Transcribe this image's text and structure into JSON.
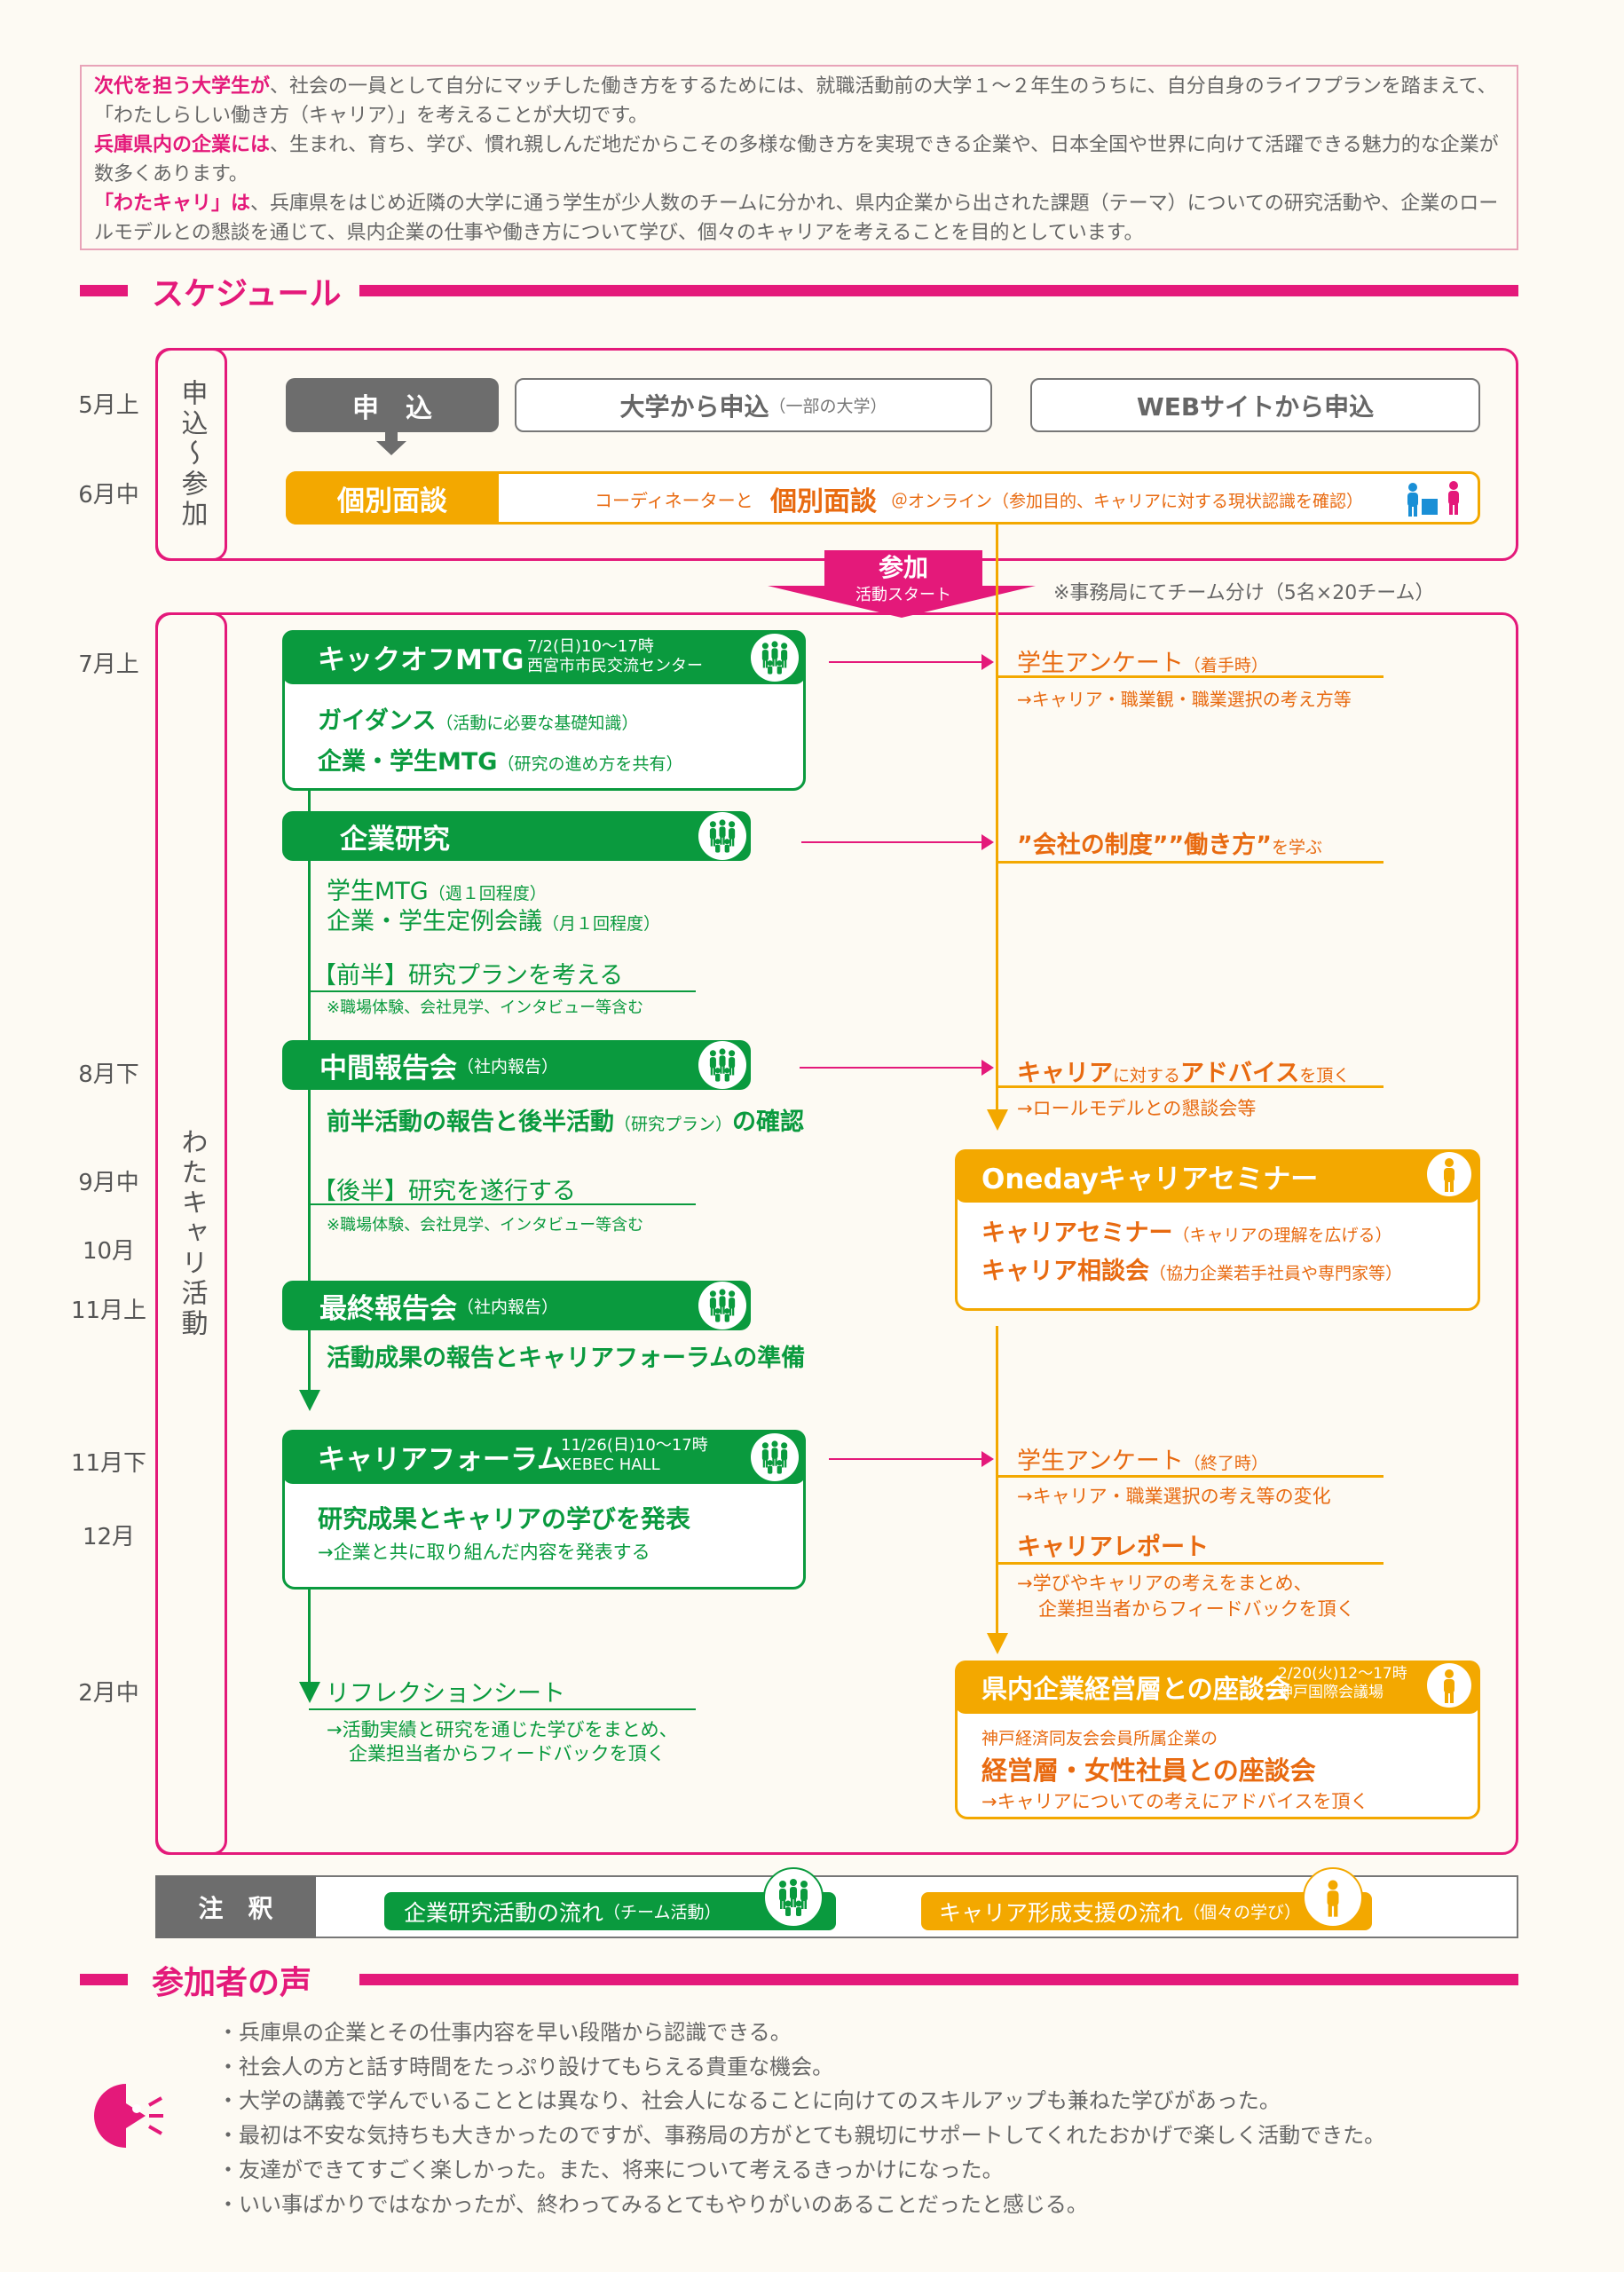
{
  "intro": {
    "p1_highlight": "次代を担う大学生が",
    "p1_text": "、社会の一員として自分にマッチした働き方をするためには、就職活動前の大学１～２年生のうちに、自分自身のライフプランを踏まえて、「わたしらしい働き方（キャリア）」を考えることが大切です。",
    "p2_highlight": "兵庫県内の企業には",
    "p2_text": "、生まれ、育ち、学び、慣れ親しんだ地だからこその多様な働き方を実現できる企業や、日本全国や世界に向けて活躍できる魅力的な企業が数多くあります。",
    "p3_highlight": "「わたキャリ」は",
    "p3_text": "、兵庫県をはじめ近隣の大学に通う学生が少人数のチームに分かれ、県内企業から出された課題（テーマ）についての研究活動や、企業のロールモデルとの懇談を通じて、県内企業の仕事や働き方について学び、個々のキャリアを考えることを目的としています。"
  },
  "schedule": {
    "title": "スケジュール",
    "phase1_label": "申込～参加",
    "phase2_label": "わたキャリ活動",
    "months": [
      "5月上",
      "6月中",
      "7月上",
      "8月下",
      "9月中",
      "10月",
      "11月上",
      "11月下",
      "12月",
      "2月中"
    ],
    "apply": {
      "label": "申　込",
      "university": "大学から申込",
      "university_note": "（一部の大学）",
      "web": "WEBサイトから申込"
    },
    "interview": {
      "label": "個別面談",
      "pre": "コーディネーターと",
      "main": "個別面談",
      "post": "＠オンライン（参加目的、キャリアに対する現状認識を確認）"
    },
    "join": {
      "title": "参加",
      "sub": "活動スタート",
      "note": "※事務局にてチーム分け（5名×20チーム）"
    },
    "kickoff": {
      "title": "キックオフMTG",
      "date": "7/2(日)10～17時",
      "place": "西宮市市民交流センター",
      "l1": "ガイダンス",
      "l1n": "（活動に必要な基礎知識）",
      "l2": "企業・学生MTG",
      "l2n": "（研究の進め方を共有）"
    },
    "research": {
      "title": "企業研究",
      "l1": "学生MTG",
      "l1n": "（週１回程度）",
      "l2": "企業・学生定例会議",
      "l2n": "（月１回程度）",
      "first": "【前半】研究プランを考える",
      "first_note": "※職場体験、会社見学、インタビュー等含む"
    },
    "mid": {
      "title": "中間報告会",
      "sub": "（社内報告）",
      "text": "前半活動の報告と後半活動",
      "text_n": "（研究プラン）",
      "text_end": "の確認",
      "second": "【後半】研究を遂行する",
      "second_note": "※職場体験、会社見学、インタビュー等含む"
    },
    "final": {
      "title": "最終報告会",
      "sub": "（社内報告）",
      "text": "活動成果の報告とキャリアフォーラムの準備"
    },
    "forum": {
      "title": "キャリアフォーラム",
      "date": "11/26(日)10～17時",
      "place": "XEBEC HALL",
      "l1": "研究成果とキャリアの学びを発表",
      "l2": "→企業と共に取り組んだ内容を発表する"
    },
    "reflection": {
      "title": "リフレクションシート",
      "l1": "→活動実績と研究を通じた学びをまとめ、",
      "l2": "企業担当者からフィードバックを頂く"
    },
    "survey1": {
      "title": "学生アンケート",
      "sub": "（着手時）",
      "note": "→キャリア・職業観・職業選択の考え方等"
    },
    "learn": {
      "title": "”会社の制度””働き方”",
      "sub": "を学ぶ"
    },
    "advice": {
      "t1": "キャリア",
      "t2": "に対する",
      "t3": "アドバイス",
      "t4": "を頂く",
      "note": "→ロールモデルとの懇談会等"
    },
    "oneday": {
      "title": "Onedayキャリアセミナー",
      "l1": "キャリアセミナー",
      "l1n": "（キャリアの理解を広げる）",
      "l2": "キャリア相談会",
      "l2n": "（協力企業若手社員や専門家等）"
    },
    "survey2": {
      "title": "学生アンケート",
      "sub": "（終了時）",
      "note": "→キャリア・職業選択の考え等の変化"
    },
    "report": {
      "title": "キャリアレポート",
      "l1": "→学びやキャリアの考えをまとめ、",
      "l2": "企業担当者からフィードバックを頂く"
    },
    "roundtable": {
      "title": "県内企業経営層との座談会",
      "date": "2/20(火)12～17時",
      "place": "神戸国際会議場",
      "l1": "神戸経済同友会会員所属企業の",
      "l2": "経営層・女性社員との座談会",
      "l3": "→キャリアについての考えにアドバイスを頂く"
    }
  },
  "legend": {
    "label": "注　釈",
    "green": "企業研究活動の流れ",
    "green_sub": "（チーム活動）",
    "orange": "キャリア形成支援の流れ",
    "orange_sub": "（個々の学び）"
  },
  "voices": {
    "title": "参加者の声",
    "items": [
      "・兵庫県の企業とその仕事内容を早い段階から認識できる。",
      "・社会人の方と話す時間をたっぷり設けてもらえる貴重な機会。",
      "・大学の講義で学んでいることとは異なり、社会人になることに向けてのスキルアップも兼ねた学びがあった。",
      "・最初は不安な気持ちも大きかったのですが、事務局の方がとても親切にサポートしてくれたおかげで楽しく活動できた。",
      "・友達ができてすごく楽しかった。また、将来について考えるきっかけになった。",
      "・いい事ばかりではなかったが、終わってみるとてもやりがいのあることだったと感じる。"
    ]
  },
  "colors": {
    "pink": "#e4197a",
    "green": "#0a9a3e",
    "orange": "#f3a800",
    "orange_text": "#e86a10",
    "gray": "#6d6d6d"
  }
}
